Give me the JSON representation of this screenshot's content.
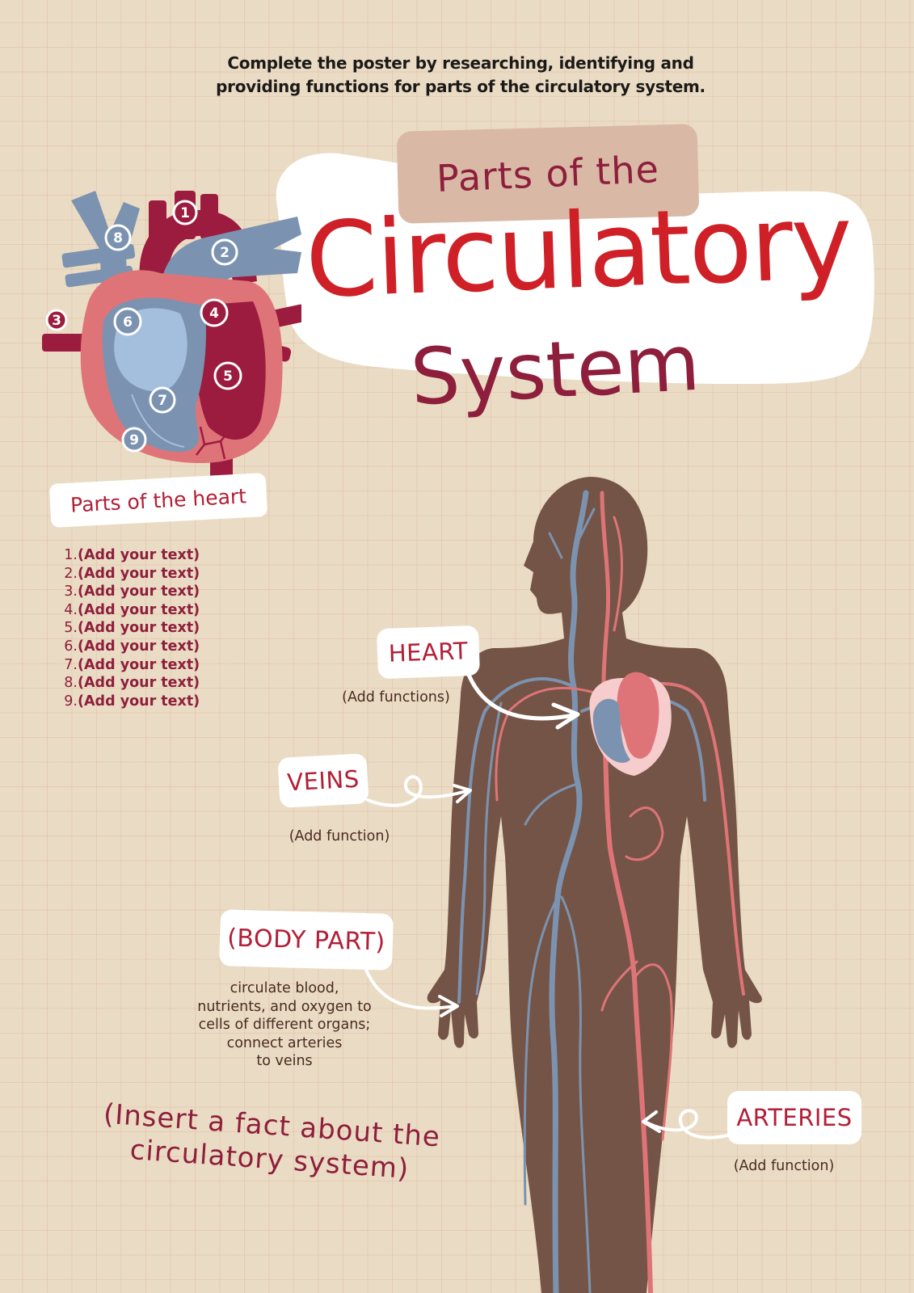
{
  "instructions": {
    "line1": "Complete the poster by researching, identifying and",
    "line2": "providing functions for parts of the circulatory system."
  },
  "title": {
    "subtitle": "Parts of the",
    "main": "Circulatory",
    "second": "System"
  },
  "heart_diagram": {
    "markers": [
      "1",
      "2",
      "3",
      "4",
      "5",
      "6",
      "7",
      "8",
      "9"
    ],
    "label": "Parts of the heart",
    "parts": [
      {
        "num": "1.",
        "text": "(Add your text)"
      },
      {
        "num": "2.",
        "text": "(Add your text)"
      },
      {
        "num": "3.",
        "text": "(Add your text)"
      },
      {
        "num": "4.",
        "text": "(Add your text)"
      },
      {
        "num": "5.",
        "text": "(Add your text)"
      },
      {
        "num": "6.",
        "text": "(Add your text)"
      },
      {
        "num": "7.",
        "text": "(Add your text)"
      },
      {
        "num": "8.",
        "text": "(Add your text)"
      },
      {
        "num": "9.",
        "text": "(Add your text)"
      }
    ]
  },
  "callouts": {
    "heart": {
      "label": "HEART",
      "function": "(Add functions)"
    },
    "veins": {
      "label": "VEINS",
      "function": "(Add function)"
    },
    "body_part": {
      "label": "(BODY PART)",
      "function_lines": [
        "circulate blood,",
        "nutrients, and oxygen to",
        "cells of different organs;",
        "connect arteries",
        "to veins"
      ]
    },
    "arteries": {
      "label": "ARTERIES",
      "function": "(Add function)"
    }
  },
  "fact": {
    "line1": "(Insert a fact about the",
    "line2": "circulatory system)"
  },
  "colors": {
    "background": "#eadcc4",
    "grid": "#e2b2a0",
    "title_red": "#cf2027",
    "maroon": "#8e1f3c",
    "subtitle_box": "#d9b9a6",
    "body": "#745446",
    "vein_blue": "#7b93b0",
    "artery_pink": "#df7478"
  }
}
